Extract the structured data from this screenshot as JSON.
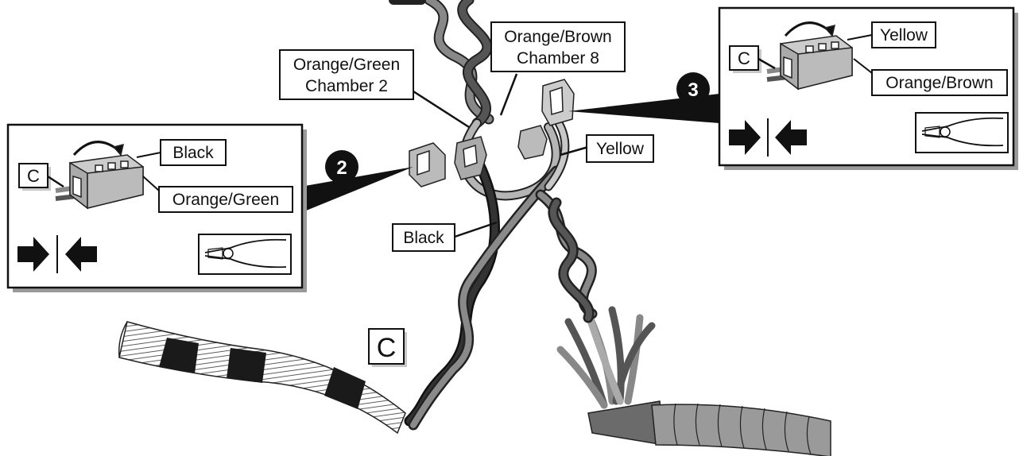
{
  "callouts": {
    "orange_green_chamber": [
      "Orange/Green",
      "Chamber 2"
    ],
    "orange_brown_chamber": [
      "Orange/Brown",
      "Chamber 8"
    ],
    "yellow": "Yellow",
    "black": "Black",
    "connector_c": "C"
  },
  "detail_left": {
    "step": "2",
    "c_tag": "C",
    "wire_top": "Black",
    "wire_bottom": "Orange/Green",
    "tool_icon": "crimp-pliers-icon",
    "press_icon": "press-together-arrows-icon"
  },
  "detail_right": {
    "step": "3",
    "c_tag": "C",
    "wire_top": "Yellow",
    "wire_bottom": "Orange/Brown",
    "tool_icon": "crimp-pliers-icon",
    "press_icon": "press-together-arrows-icon"
  },
  "colors": {
    "black_wire": "#1a1a1a",
    "dark_gray_wire": "#555555",
    "medium_gray_wire": "#8a8a8a",
    "light_gray_wire": "#b5b5b5",
    "detail_shadow": "#9a9a9a"
  }
}
